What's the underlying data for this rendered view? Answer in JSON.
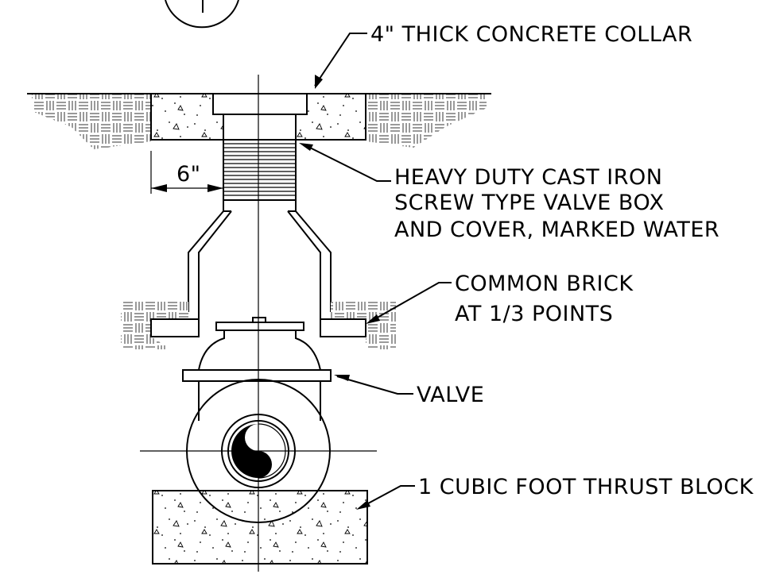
{
  "labels": {
    "collar": "4\" THICK CONCRETE COLLAR",
    "dimension": "6\"",
    "valve_box_line1": "HEAVY DUTY CAST IRON",
    "valve_box_line2": "SCREW TYPE VALVE BOX",
    "valve_box_line3": "AND COVER, MARKED WATER",
    "brick_line1": "COMMON BRICK",
    "brick_line2": "AT 1/3 POINTS",
    "valve": "VALVE",
    "thrust_block": "1 CUBIC FOOT THRUST BLOCK"
  },
  "colors": {
    "line": "#000000",
    "background": "#ffffff"
  }
}
